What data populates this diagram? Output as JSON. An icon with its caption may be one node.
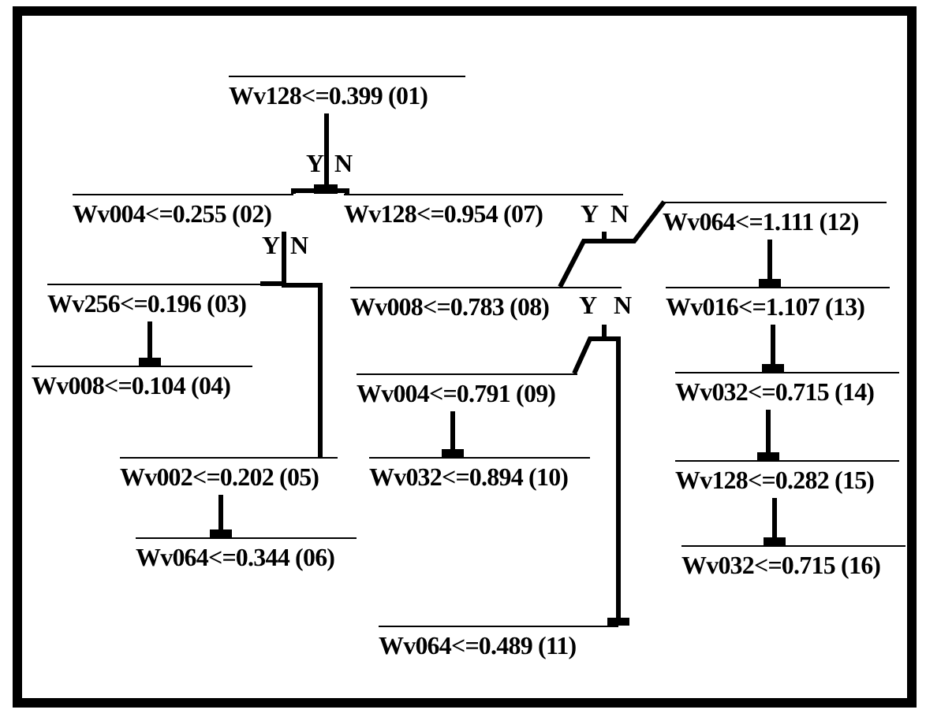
{
  "diagram": {
    "nodes": [
      {
        "text": [
          "Wv128<=0.399 (01)"
        ]
      },
      {
        "text": [
          "Wv004<=0.255 (02)"
        ]
      },
      {
        "text": [
          "Wv128<=0.954 (07)"
        ]
      },
      {
        "text": [
          "Wv256<=0.196 (03)"
        ]
      },
      {
        "text": [
          "Wv008<=0.104 (04)"
        ]
      },
      {
        "text": [
          "Wv002<=0.202 (05)"
        ]
      },
      {
        "text": [
          "Wv064<=0.344 (06)"
        ]
      },
      {
        "text": [
          "Wv008<=0.783 (08)"
        ]
      },
      {
        "text": [
          "Wv004<=0.791 (09)"
        ]
      },
      {
        "text": [
          "Wv032<=0.894 (10)"
        ]
      },
      {
        "text": [
          "Wv064<=0.489 (11)"
        ]
      },
      {
        "text": [
          "Wv064<=1.111 (12)"
        ]
      },
      {
        "text": [
          "Wv016<=1.107 (13)"
        ]
      },
      {
        "text": [
          "Wv032<=0.715 (14)"
        ]
      },
      {
        "text": [
          "Wv128<=0.282 (15)"
        ]
      },
      {
        "text": [
          "Wv032<=0.715 (16)"
        ]
      }
    ],
    "edges": [
      {
        "from": 0,
        "to": 1,
        "arrow": "none"
      },
      {
        "from": 0,
        "to": 2,
        "arrow": "none"
      },
      {
        "from": 1,
        "to": 3,
        "arrow": "none"
      },
      {
        "from": 1,
        "to": 5,
        "arrow": "none"
      },
      {
        "from": 3,
        "to": 4,
        "arrow": "other"
      },
      {
        "from": 5,
        "to": 6,
        "arrow": "other"
      },
      {
        "from": 2,
        "to": 7,
        "arrow": "none"
      },
      {
        "from": 2,
        "to": 11,
        "arrow": "none"
      },
      {
        "from": 7,
        "to": 8,
        "arrow": "none"
      },
      {
        "from": 7,
        "to": 10,
        "arrow": "other"
      },
      {
        "from": 8,
        "to": 9,
        "arrow": "other"
      },
      {
        "from": 11,
        "to": 12,
        "arrow": "other"
      },
      {
        "from": 12,
        "to": 13,
        "arrow": "other"
      },
      {
        "from": 13,
        "to": 14,
        "arrow": "other"
      },
      {
        "from": 14,
        "to": 15,
        "arrow": "other"
      }
    ],
    "labels": [
      "Y",
      "N",
      "Y",
      "N",
      "Y",
      "N",
      "Y",
      "N"
    ]
  }
}
